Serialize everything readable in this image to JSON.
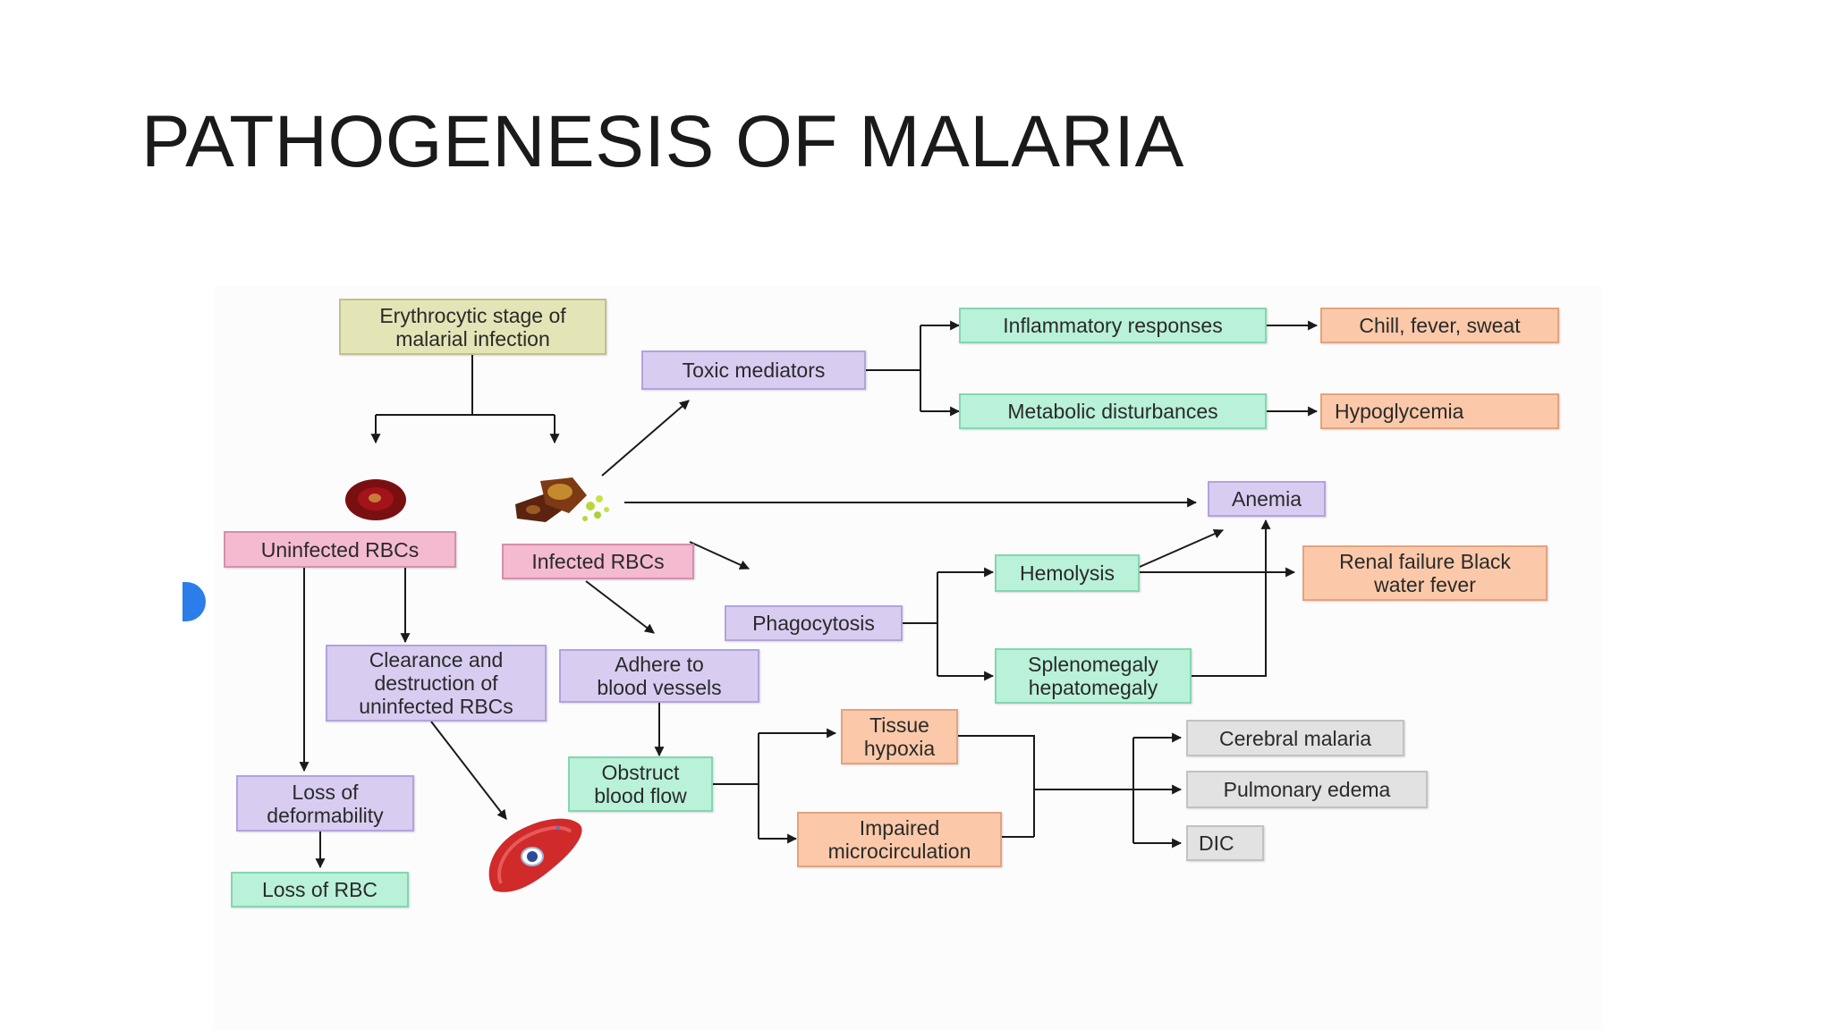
{
  "slide": {
    "title": "PATHOGENESIS OF MALARIA"
  },
  "diagram": {
    "colors": {
      "olive": "#e3e5b6",
      "violet": "#d8cdf1",
      "pink": "#f3bad0",
      "green": "#b9f1d9",
      "peach": "#fbc9a9",
      "gray": "#e2e2e2",
      "arrow": "#1a1a1a"
    },
    "nodes": {
      "erythrocytic": "Erythrocytic stage of\nmalarial infection",
      "uninfected": "Uninfected RBCs",
      "infected": "Infected RBCs",
      "toxic": "Toxic mediators",
      "inflammatory": "Inflammatory responses",
      "metabolic": "Metabolic disturbances",
      "chill": "Chill, fever, sweat",
      "hypoglycemia": "Hypoglycemia",
      "anemia": "Anemia",
      "phagocytosis": "Phagocytosis",
      "hemolysis": "Hemolysis",
      "renal": "Renal failure Black\nwater fever",
      "spleno": "Splenomegaly\nhepatomegaly",
      "clearance": "Clearance and\ndestruction of\nuninfected RBCs",
      "adhere": "Adhere to\nblood vessels",
      "obstruct": "Obstruct\nblood flow",
      "tissue": "Tissue\nhypoxia",
      "impaired": "Impaired\nmicrocirculation",
      "cerebral": "Cerebral malaria",
      "pulmonary": "Pulmonary edema",
      "dic": "DIC",
      "loss_def": "Loss of\ndeformability",
      "loss_rbc": "Loss of RBC"
    },
    "illustrations": {
      "healthy_rbc": "red-blood-cell-icon",
      "infected_rbc": "infected-cell-cluster-icon",
      "deformed_rbc": "deformed-red-cell-icon"
    }
  }
}
